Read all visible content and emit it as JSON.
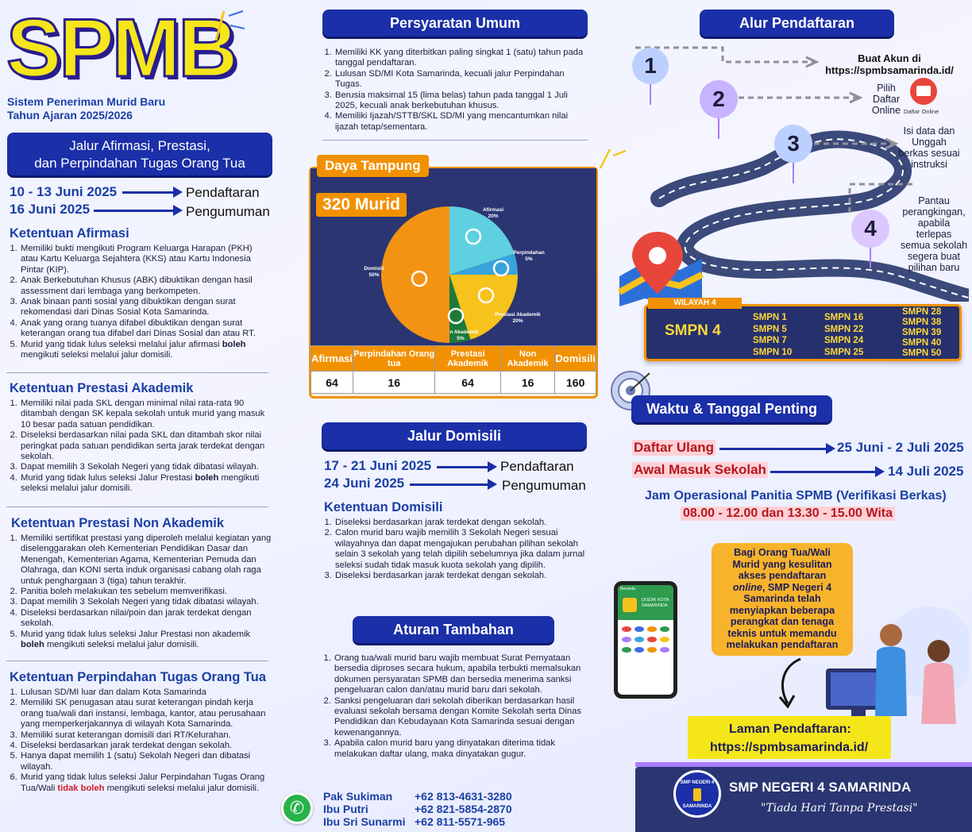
{
  "logo": {
    "title": "SPMB",
    "subtitle1": "Sistem Peneriman Murid Baru",
    "subtitle2": "Tahun Ajaran 2025/2026"
  },
  "jalur_header": {
    "line1": "Jalur Afirmasi, Prestasi,",
    "line2": "dan Perpindahan Tugas Orang Tua"
  },
  "jalur_dates": [
    {
      "date": "10 - 13 Juni 2025",
      "label": "Pendaftaran"
    },
    {
      "date": "16 Juni 2025",
      "label": "Pengumuman"
    }
  ],
  "afirmasi": {
    "title": "Ketentuan Afirmasi",
    "items": [
      "Memiliki bukti mengikuti Program Keluarga Harapan (PKH) atau Kartu Keluarga Sejahtera (KKS) atau Kartu Indonesia Pintar (KIP).",
      "Anak Berkebutuhan Khusus (ABK) dibuktikan dengan hasil assessment dari lembaga yang berkompeten.",
      "Anak binaan panti sosial yang dibuktikan dengan surat rekomendasi dari Dinas Sosial Kota Samarinda.",
      "Anak yang orang tuanya difabel dibuktikan dengan  surat keterangan orang tua difabel dari Dinas Sosial dan atau RT."
    ],
    "item5_pre": "Murid yang tidak lulus seleksi melalui jalur afirmasi ",
    "item5_bold": "boleh",
    "item5_post": " mengikuti seleksi melalui jalur domisili."
  },
  "prestasi_akademik": {
    "title": "Ketentuan Prestasi Akademik",
    "items": [
      "Memiliki nilai pada SKL dengan minimal nilai rata-rata 90 ditambah dengan SK kepala sekolah untuk murid yang masuk 10 besar pada satuan pendidikan.",
      "Diseleksi berdasarkan nilai pada SKL dan ditambah skor nilai peringkat pada satuan pendidikan serta jarak terdekat dengan sekolah.",
      "Dapat memilih 3 Sekolah Negeri yang tidak dibatasi wilayah."
    ],
    "item4_pre": "Murid yang tidak lulus seleksi Jalur Prestasi ",
    "item4_bold": "boleh",
    "item4_post": " mengikuti seleksi melalui jalur domisili."
  },
  "prestasi_non": {
    "title": "Ketentuan Prestasi Non Akademik",
    "items": [
      "Memiliki sertifikat prestasi yang diperoleh melalui kegiatan yang diselenggarakan oleh Kementerian Pendidikan Dasar dan Menengah, Kementerian Agama, Kementerian Pemuda dan Olahraga, dan KONI serta induk organisasi cabang olah raga untuk penghargaan 3 (tiga) tahun terakhir.",
      "Panitia boleh melakukan tes sebelum memverifikasi.",
      "Dapat memilih 3 Sekolah Negeri yang tidak dibatasi wilayah.",
      "Diseleksi berdasarkan nilai/poin dan jarak terdekat dengan sekolah."
    ],
    "item5_pre": "Murid yang tidak lulus seleksi Jalur Prestasi non akademik ",
    "item5_bold": "boleh",
    "item5_post": " mengikuti seleksi melalui jalur domisili."
  },
  "perpindahan": {
    "title": "Ketentuan Perpindahan Tugas Orang Tua",
    "items": [
      "Lulusan SD/MI luar dan dalam Kota Samarinda",
      "Memiliki SK penugasan atau surat keterangan pindah kerja orang tua/wali dari instansi, lembaga, kantor, atau perusahaan yang memperkerjakannya di wilayah Kota Samarinda.",
      "Memiliki surat keterangan domisili dari RT/Kelurahan.",
      "Diseleksi berdasarkan jarak terdekat dengan sekolah.",
      "Hanya dapat memilih 1 (satu) Sekolah Negeri dan dibatasi wilayah."
    ],
    "item6_pre": "Murid yang tidak lulus seleksi Jalur Perpindahan Tugas Orang Tua/Wali ",
    "item6_bold": "tidak boleh",
    "item6_post": " mengikuti seleksi melalui jalur domisili."
  },
  "persyaratan": {
    "title": "Persyaratan Umum",
    "items": [
      "Memiliki KK yang diterbitkan paling singkat 1 (satu) tahun pada tanggal pendaftaran.",
      "Lulusan SD/MI Kota Samarinda, kecuali jalur Perpindahan Tugas.",
      "Berusia maksimal 15 (lima belas) tahun pada tanggal 1 Juli 2025, kecuali anak berkebutuhan khusus.",
      "Memiliki Ijazah/STTB/SKL SD/MI yang mencantumkan nilai ijazah tetap/sementara."
    ]
  },
  "daya_tampung": {
    "title": "Daya Tampung",
    "total": "320 Murid",
    "table_headers": [
      "Afirmasi",
      "Perpindahan Orang tua",
      "Prestasi Akademik",
      "Non Akademik",
      "Domisili"
    ],
    "table_values": [
      "64",
      "16",
      "64",
      "16",
      "160"
    ]
  },
  "chart_data": {
    "type": "pie",
    "slices": [
      {
        "label": "Afirmasi",
        "pct_label": "20%",
        "value": 20,
        "color": "#5fd0df"
      },
      {
        "label": "Perpindahan",
        "pct_label": "5%",
        "value": 5,
        "color": "#39a3dc"
      },
      {
        "label": "Prestasi Akademik",
        "pct_label": "20%",
        "value": 20,
        "color": "#f6c21c"
      },
      {
        "label": "Non Akademik",
        "pct_label": "5%",
        "value": 5,
        "color": "#1d7a3a"
      },
      {
        "label": "Domisili",
        "pct_label": "50%",
        "value": 50,
        "color": "#f39314"
      }
    ]
  },
  "domisili": {
    "header": "Jalur Domisili",
    "dates": [
      {
        "date": "17 - 21 Juni 2025",
        "label": "Pendaftaran"
      },
      {
        "date": "24 Juni 2025",
        "label": "Pengumuman"
      }
    ],
    "title": "Ketentuan Domisili",
    "items": [
      "Diseleksi berdasarkan jarak terdekat dengan sekolah.",
      "Calon murid baru wajib memilih 3 Sekolah Negeri sesuai wilayahnya dan dapat mengajukan perubahan pilihan sekolah selain 3 sekolah yang telah dipilih sebelumnya jika dalam jurnal seleksi sudah tidak masuk kuota sekolah yang dipilih.",
      "Diseleksi berdasarkan jarak terdekat dengan sekolah."
    ]
  },
  "aturan": {
    "header": "Aturan Tambahan",
    "items": [
      "Orang tua/wali murid baru wajib membuat Surat Pernyataan bersedia diproses secara hukum, apabila terbukti memalsukan dokumen persyaratan SPMB dan bersedia menerima sanksi pengeluaran calon dan/atau murid baru dari sekolah.",
      "Sanksi pengeluaran dari sekolah diberikan berdasarkan hasil evaluasi sekolah bersama dengan Komite Sekolah serta Dinas Pendidikan dan Kebudayaan Kota Samarinda sesuai dengan kewenangannya.",
      "Apabila calon murid baru yang dinyatakan diterima tidak melakukan daftar ulang, maka dinyatakan gugur."
    ]
  },
  "contacts": [
    {
      "name": "Pak Sukiman",
      "phone": "+62 813-4631-3280"
    },
    {
      "name": "Ibu Putri",
      "phone": "+62 821-5854-2870"
    },
    {
      "name": "Ibu Sri Sunarmi",
      "phone": "+62 811-5571-965"
    }
  ],
  "alur": {
    "header": "Alur Pendaftaran",
    "step1_num": "1",
    "step1_a": "Buat Akun di",
    "step1_b": "https://spmbsamarinda.id/",
    "step2_num": "2",
    "step2": [
      "Pilih",
      "Daftar",
      "Online"
    ],
    "step2_icon_label": "Daftar Online",
    "step3_num": "3",
    "step3": [
      "Isi data dan",
      "Unggah",
      "berkas sesuai",
      "instruksi"
    ],
    "step4_num": "4",
    "step4": [
      "Pantau",
      "perangkingan,",
      "apabila",
      "terlepas",
      "semua sekolah",
      "segera buat",
      "pilihan baru"
    ]
  },
  "wilayah": {
    "tag": "WILAYAH 4",
    "school": "SMPN 4",
    "col1": [
      "SMPN 1",
      "SMPN 5",
      "SMPN 7",
      "SMPN 10"
    ],
    "col2": [
      "SMPN 16",
      "SMPN 22",
      "SMPN 24",
      "SMPN 25"
    ],
    "col3": [
      "SMPN 28",
      "SMPN 38",
      "SMPN 39",
      "SMPN 40",
      "SMPN 50"
    ]
  },
  "waktu": {
    "header": "Waktu & Tanggal Penting",
    "row1_label": "Daftar Ulang",
    "row1_date": "25 Juni - 2 Juli 2025",
    "row2_label": "Awal Masuk Sekolah",
    "row2_date": "14 Juli 2025",
    "jam_title": "Jam Operasional Panitia SPMB (Verifikasi Berkas)",
    "jam_value": "08.00 - 12.00 dan 13.30 - 15.00 Wita"
  },
  "info_box": {
    "l1": "Bagi Orang Tua/Wali",
    "l2": "Murid yang kesulitan",
    "l3": "akses pendaftaran",
    "l4_i": "online",
    "l4_r": ", SMP Negeri 4",
    "l5": "Samarinda telah",
    "l6": "menyiapkan beberapa",
    "l7": "perangkat dan tenaga",
    "l8": "teknis untuk memandu",
    "l9": "melakukan pendaftaran"
  },
  "phone_mock": {
    "bar": "Beranda",
    "title1": "DISDIK KOTA",
    "title2": "SAMARINDA"
  },
  "laman": {
    "label": "Laman Pendaftaran:",
    "url": "https://spmbsamarinda.id/"
  },
  "footer": {
    "school": "SMP NEGERI 4 SAMARINDA",
    "motto": "\"Tiada Hari Tanpa Prestasi\"",
    "seal_top": "SMP NEGERI 4",
    "seal_bottom": "SAMARINDA"
  },
  "colors": {
    "navy": "#1b2fa8",
    "orange": "#f29100",
    "yellow": "#f5e61a",
    "purple": "#a97cff"
  }
}
